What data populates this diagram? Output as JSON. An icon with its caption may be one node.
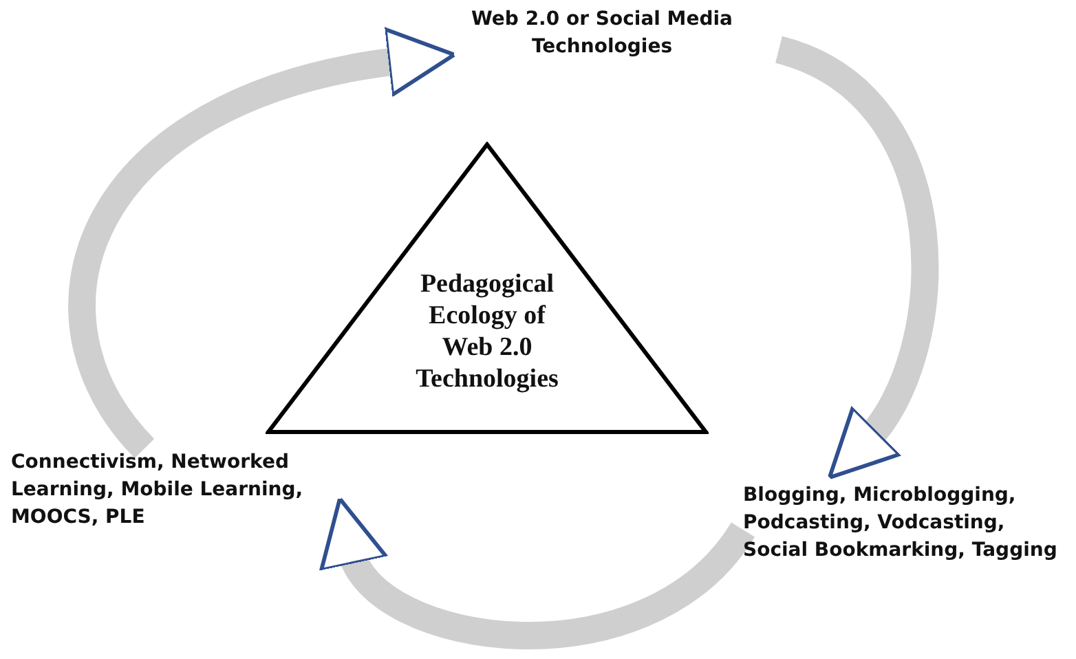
{
  "diagram": {
    "nodes": [
      {
        "text": [
          "Web 2.0 or Social Media Technologies"
        ]
      },
      {
        "text": [
          "Pedagogical Ecology of Web 2.0 Technologies"
        ]
      },
      {
        "text": [
          "Connectivism, Networked Learning, Mobile Learning, MOOCS, PLE"
        ]
      },
      {
        "text": [
          "Blogging, Microblogging, Podcasting, Vodcasting, Social Bookmarking, Tagging"
        ]
      }
    ],
    "edges": [
      {
        "from": 2,
        "to": 0,
        "arrow": "to"
      },
      {
        "from": 0,
        "to": 3,
        "arrow": "to"
      },
      {
        "from": 3,
        "to": 2,
        "arrow": "to"
      }
    ]
  }
}
